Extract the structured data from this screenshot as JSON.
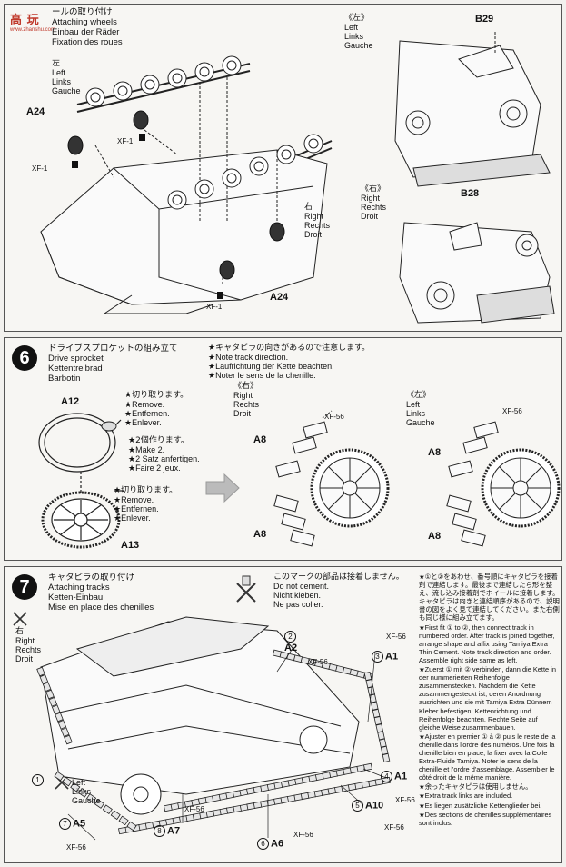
{
  "step5": {
    "title_lines": [
      "ールの取り付け",
      "Attaching wheels",
      "Einbau der Räder",
      "Fixation des roues"
    ],
    "left_lines": [
      "左",
      "Left",
      "Links",
      "Gauche"
    ],
    "left2_lines": [
      "《左》",
      "Left",
      "Links",
      "Gauche"
    ],
    "right_lines": [
      "右",
      "Right",
      "Rechts",
      "Droit"
    ],
    "right2_lines": [
      "《右》",
      "Right",
      "Rechts",
      "Droit"
    ],
    "parts": {
      "a24": "A24",
      "b29": "B29",
      "b28": "B28"
    },
    "paint": "XF-1"
  },
  "step6": {
    "number": "6",
    "title_lines": [
      "ドライブスプロケットの組み立て",
      "Drive sprocket",
      "Kettentreibrad",
      "Barbotin"
    ],
    "note_lines": [
      "★キャタピラの向きがあるので注意します。",
      "★Note track direction.",
      "★Laufrichtung der Kette beachten.",
      "★Noter le sens de la chenille."
    ],
    "remove_lines": [
      "★切り取ります。",
      "★Remove.",
      "★Entfernen.",
      "★Enlever."
    ],
    "make2_lines": [
      "★2個作ります。",
      "★Make 2.",
      "★2 Satz anfertigen.",
      "★Faire 2 jeux."
    ],
    "right_lines": [
      "《右》",
      "Right",
      "Rechts",
      "Droit"
    ],
    "left_lines": [
      "《左》",
      "Left",
      "Links",
      "Gauche"
    ],
    "parts": {
      "a12": "A12",
      "a13": "A13",
      "a8": "A8"
    },
    "paint": "XF-56"
  },
  "step7": {
    "number": "7",
    "title_lines": [
      "キャタピラの取り付け",
      "Attaching tracks",
      "Ketten-Einbau",
      "Mise en place des chenilles"
    ],
    "nocement_lines": [
      "このマークの部品は接着しません。",
      "Do not cement.",
      "Nicht kleben.",
      "Ne pas coller."
    ],
    "right_lines": [
      "右",
      "Right",
      "Rechts",
      "Droit"
    ],
    "left_lines": [
      "Left",
      "Links",
      "Gauche"
    ],
    "notes": [
      "★①と②をあわせ、番号順にキャタピラを接着剤で連結します。最後まで連結したら形を整え、流し込み接着剤でホイールに接着します。キャタピラは向きと連結順序があるので、説明書の図をよく見て連結してください。また右側も同じ様に組み立てます。",
      "★First fit ① to ②, then connect track in numbered order. After track is joined together, arrange shape and affix using Tamiya Extra Thin Cement. Note track direction and order. Assemble right side same as left.",
      "★Zuerst ① mit ② verbinden, dann die Kette in der nummerierten Reihenfolge zusammenstecken. Nachdem die Kette zusammengesteckt ist, deren Anordnung ausrichten und sie mit Tamiya Extra Dünnem Kleber befestigen. Kettenrichtung und Reihenfolge beachten. Rechte Seite auf gleiche Weise zusammenbauen.",
      "★Ajuster en premier ① à ② puis le reste de la chenille dans l'ordre des numéros. Une fois la chenille bien en place, la fixer avec la Colle Extra-Fluide Tamiya. Noter le sens de la chenille et l'ordre d'assemblage. Assembler le côté droit de la même manière.",
      "★余ったキャタピラは使用しません。",
      "★Extra track links are included.",
      "★Es liegen zusätzliche Kettenglieder bei.",
      "★Des sections de chenilles supplémentaires sont inclus."
    ],
    "labels": [
      {
        "n": "2",
        "part": "A2"
      },
      {
        "n": "3",
        "part": "A1"
      },
      {
        "n": "4",
        "part": "A1"
      },
      {
        "n": "5",
        "part": "A10"
      },
      {
        "n": "6",
        "part": "A6"
      },
      {
        "n": "7",
        "part": "A5"
      },
      {
        "n": "8",
        "part": "A7"
      },
      {
        "n": "1",
        "part": ""
      }
    ],
    "paint": "XF-56"
  },
  "watermark": {
    "text": "高 玩",
    "sub": "www.zhanshu.com"
  }
}
